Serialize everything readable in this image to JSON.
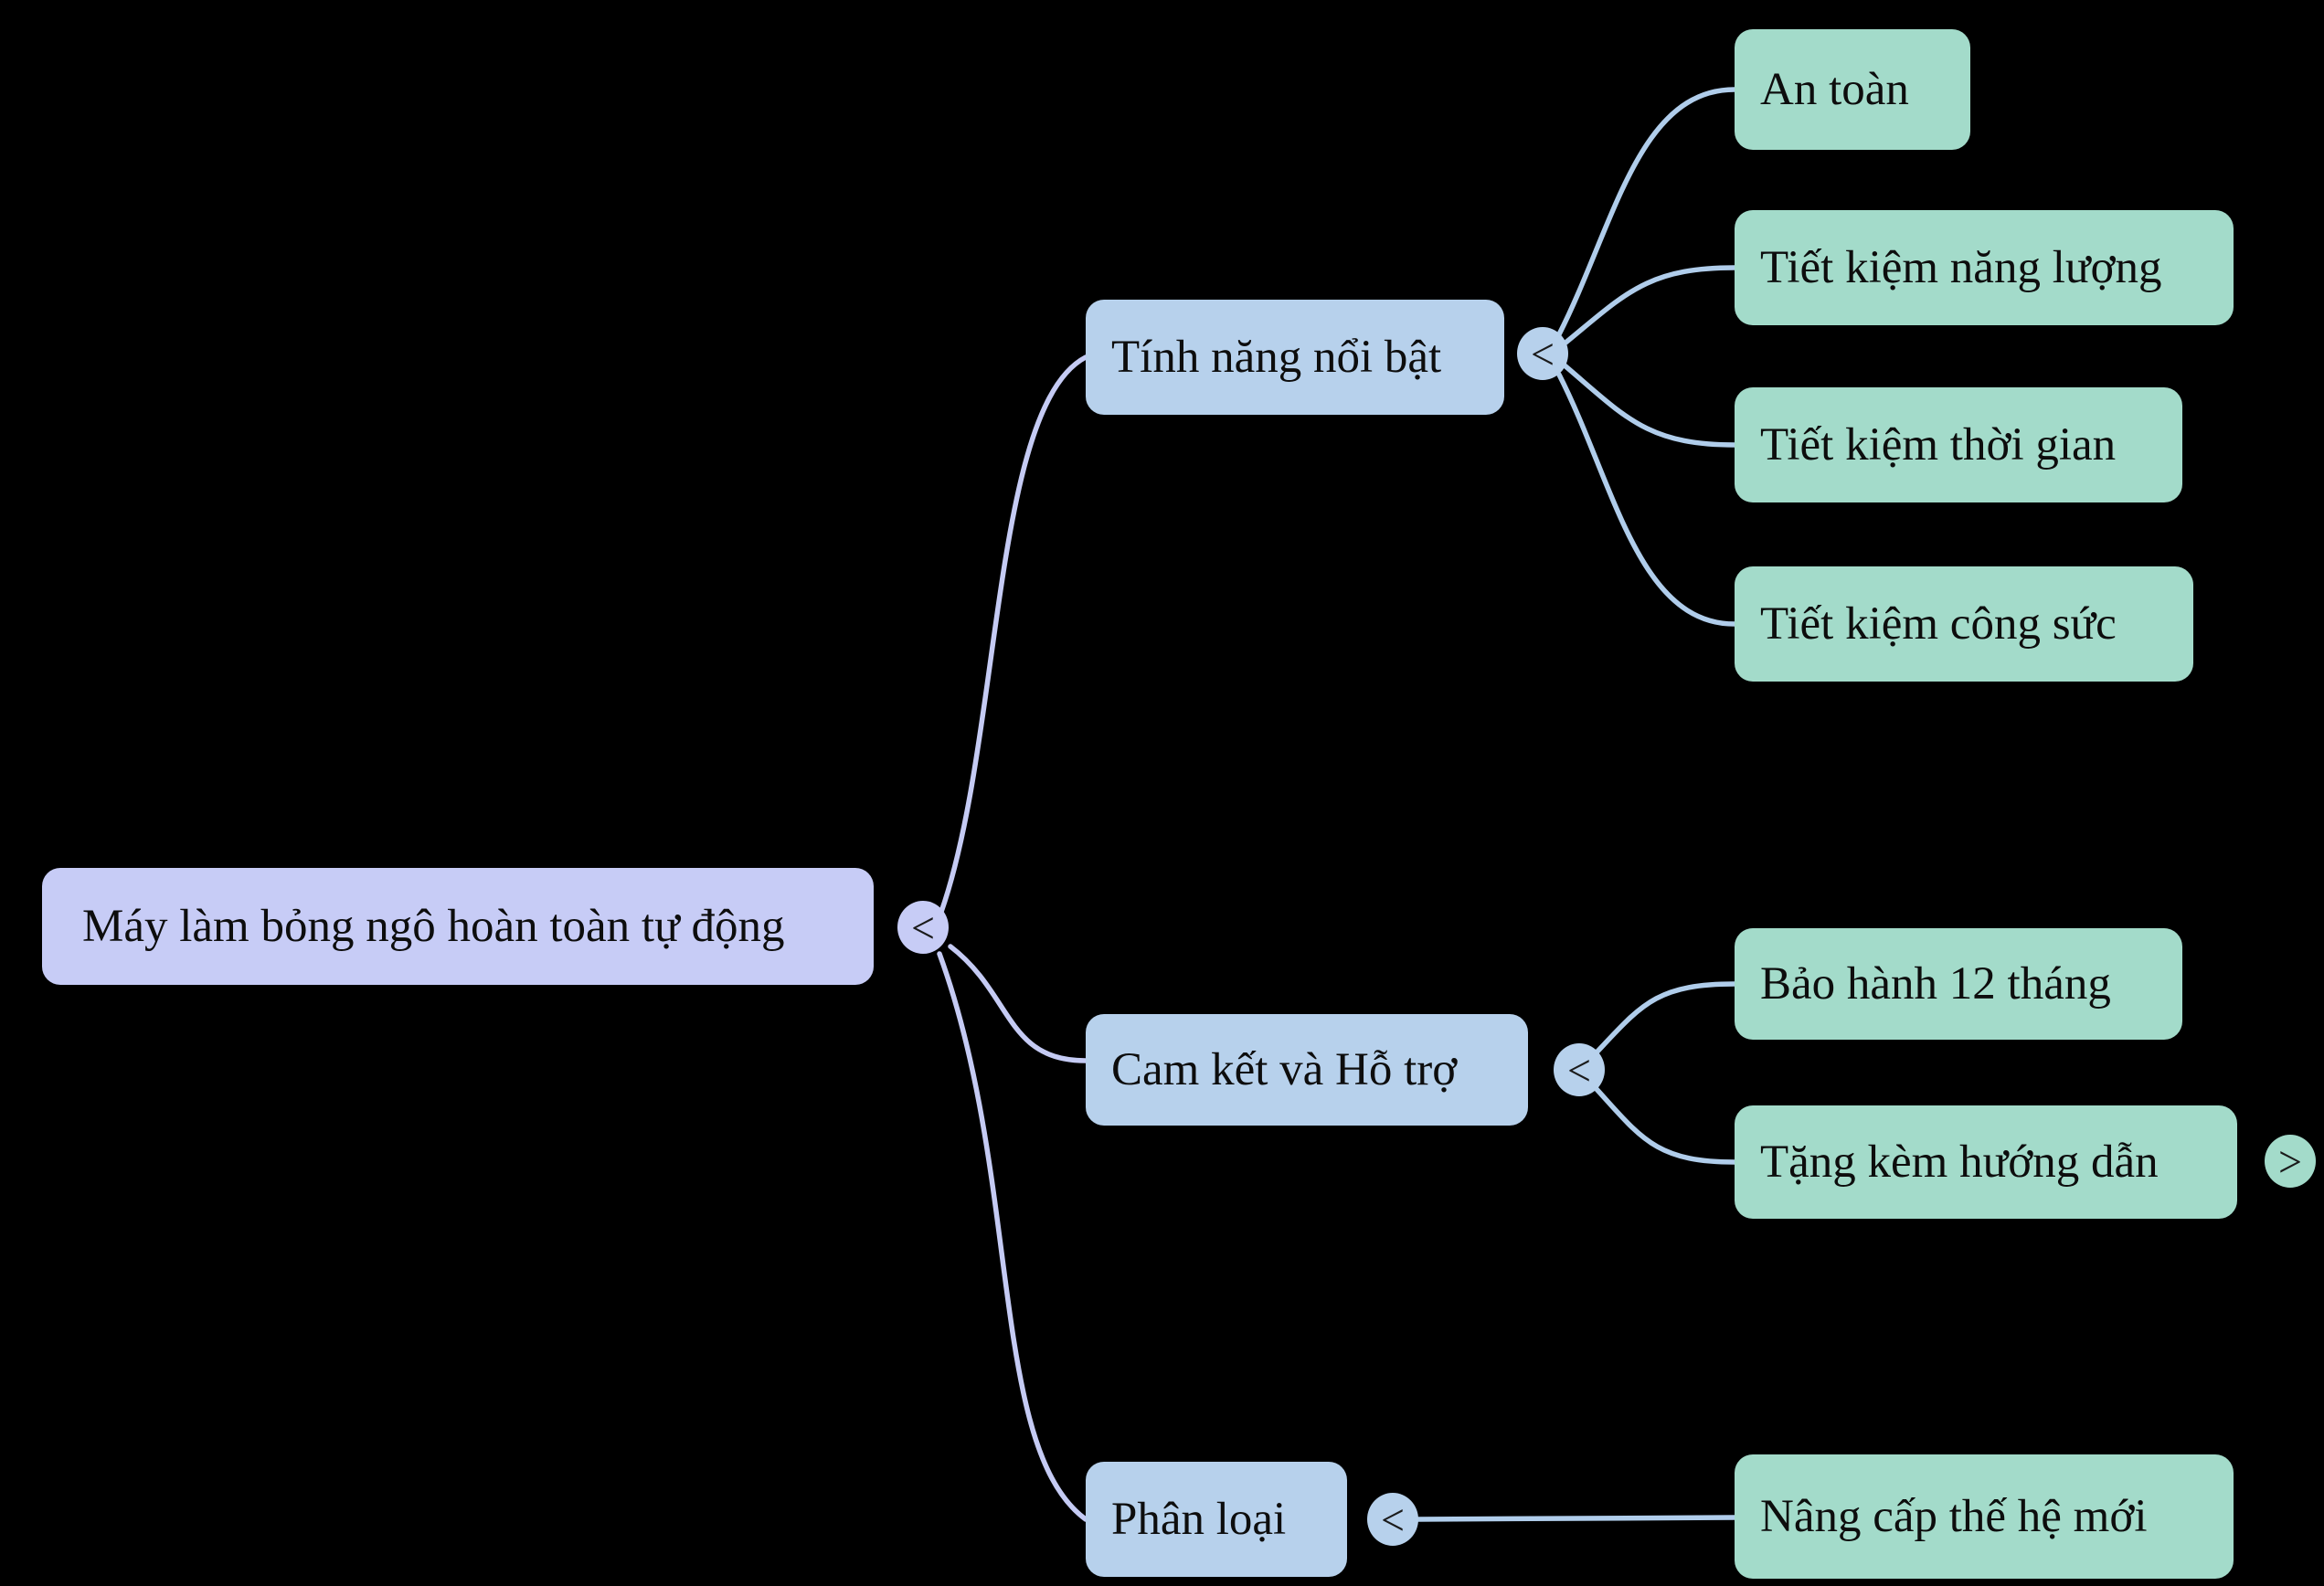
{
  "diagram": {
    "type": "mindmap",
    "background": "#000000",
    "colors": {
      "root_fill": "#c7ccf6",
      "branch_fill": "#b7d1ec",
      "leaf_fill": "#a3dbca",
      "root_edge": "#c5cbf4",
      "branch_edge": "#b0cdeb",
      "ink": "#0d0d0d"
    },
    "icons": {
      "collapse": "<",
      "expand": ">"
    },
    "root": {
      "label": "Máy làm bỏng ngô hoàn toàn tự động"
    },
    "branches": [
      {
        "label": "Tính năng nổi bật",
        "children": [
          {
            "label": "An toàn"
          },
          {
            "label": "Tiết kiệm năng lượng"
          },
          {
            "label": "Tiết kiệm thời gian"
          },
          {
            "label": "Tiết kiệm công sức"
          }
        ]
      },
      {
        "label": "Cam kết và Hỗ trợ",
        "children": [
          {
            "label": "Bảo hành 12 tháng"
          },
          {
            "label": "Tặng kèm hướng dẫn",
            "has_collapsed_children": true
          }
        ]
      },
      {
        "label": "Phân loại",
        "children": [
          {
            "label": "Nâng cấp thế hệ mới"
          }
        ]
      }
    ]
  }
}
